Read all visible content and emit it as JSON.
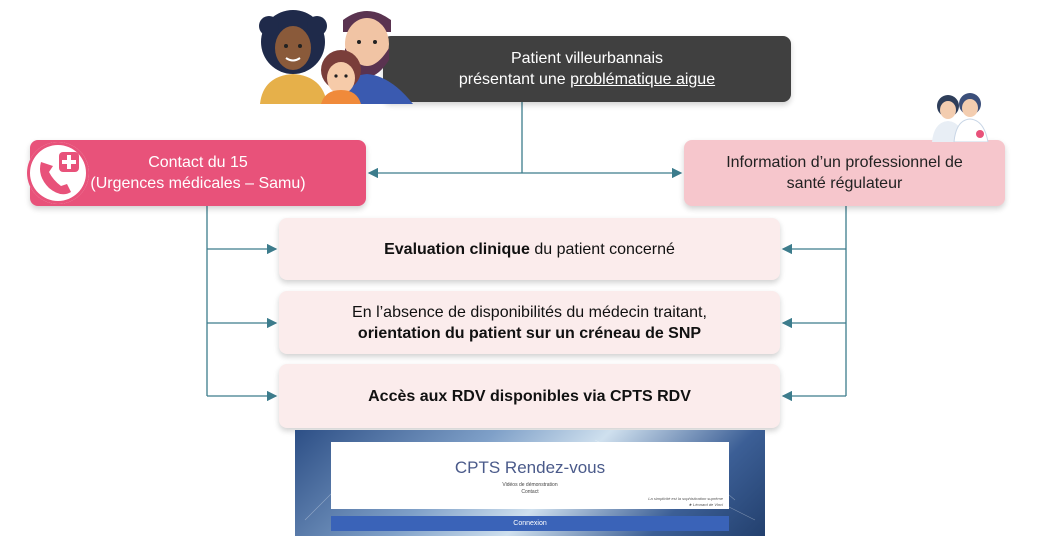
{
  "patient": {
    "line1": "Patient villeurbannais",
    "line2_prefix": "présentant une ",
    "line2_underlined": "problématique aigue"
  },
  "samu": {
    "line1": "Contact du 15",
    "line2": "(Urgences médicales – Samu)"
  },
  "regulator": {
    "line1": "Information d’un professionnel de",
    "line2": "santé régulateur"
  },
  "steps": [
    {
      "bold": "Evaluation clinique",
      "rest": " du patient concerné"
    },
    {
      "line1": "En l’absence de disponibilités du médecin traitant,",
      "bold": "orientation du patient sur un créneau de SNP"
    },
    {
      "bold": "Accès aux RDV disponibles via CPTS RDV"
    }
  ],
  "cpts_screenshot": {
    "title": "CPTS Rendez-vous",
    "link1": "Vidéos de démonstration",
    "link2": "Contact",
    "quote": "La simplicité est la sophistication suprême",
    "author": "★ Léonard de Vinci",
    "button": "Connexion"
  },
  "colors": {
    "dark": "#404040",
    "pink": "#e8527a",
    "light_pink": "#f6c6cc",
    "step_bg": "#fbecec",
    "connector": "#3c7c8c"
  }
}
